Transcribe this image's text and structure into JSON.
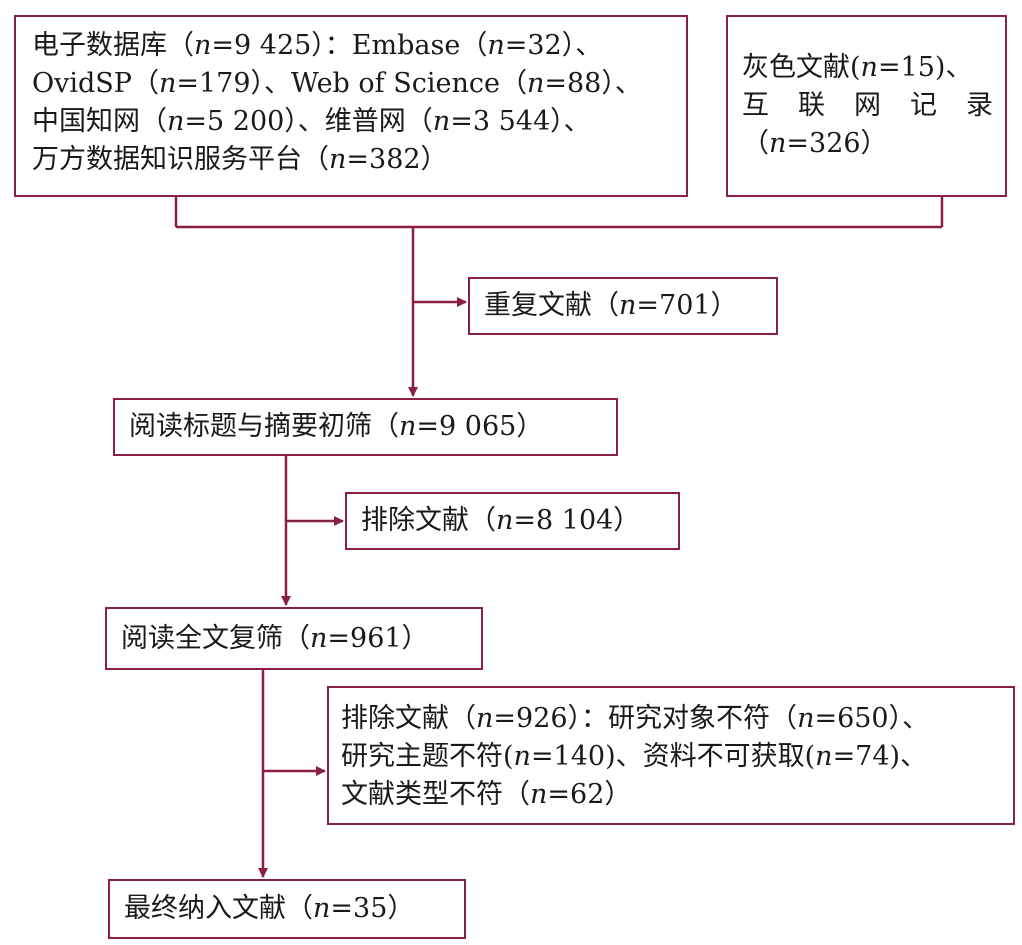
{
  "colors": {
    "stroke": "#8b1e45",
    "text": "#1a1a1a",
    "background": "#ffffff"
  },
  "boxes": {
    "databases": {
      "l1a": "电子数据库（",
      "l1b": "n",
      "l1c": "=9 425）：Embase（",
      "l1d": "n",
      "l1e": "=32）、",
      "l2a": "OvidSP（",
      "l2b": "n",
      "l2c": "=179）、Web of Science（",
      "l2d": "n",
      "l2e": "=88）、",
      "l3a": "中国知网（",
      "l3b": "n",
      "l3c": "=5 200）、维普网（",
      "l3d": "n",
      "l3e": "=3 544）、",
      "l4a": "万方数据知识服务平台（",
      "l4b": "n",
      "l4c": "=382）"
    },
    "grey": {
      "l1a": "灰色文献(",
      "l1b": "n",
      "l1c": "=15)、",
      "l2": "互 联 网 记 录",
      "l3a": "（",
      "l3b": "n",
      "l3c": "=326）"
    },
    "duplicates": {
      "a": "重复文献（",
      "b": "n",
      "c": "=701）"
    },
    "title_screen": {
      "a": "阅读标题与摘要初筛（",
      "b": "n",
      "c": "=9 065）"
    },
    "excluded_1": {
      "a": "排除文献（",
      "b": "n",
      "c": "=8 104）"
    },
    "fulltext_screen": {
      "a": "阅读全文复筛（",
      "b": "n",
      "c": "=961）"
    },
    "excluded_2": {
      "l1a": "排除文献（",
      "l1b": "n",
      "l1c": "=926）：研究对象不符（",
      "l1d": "n",
      "l1e": "=650）、",
      "l2a": "研究主题不符(",
      "l2b": "n",
      "l2c": "=140)、资料不可获取(",
      "l2d": "n",
      "l2e": "=74)、",
      "l3a": "文献类型不符（",
      "l3b": "n",
      "l3c": "=62）"
    },
    "included": {
      "a": "最终纳入文献（",
      "b": "n",
      "c": "=35）"
    }
  }
}
